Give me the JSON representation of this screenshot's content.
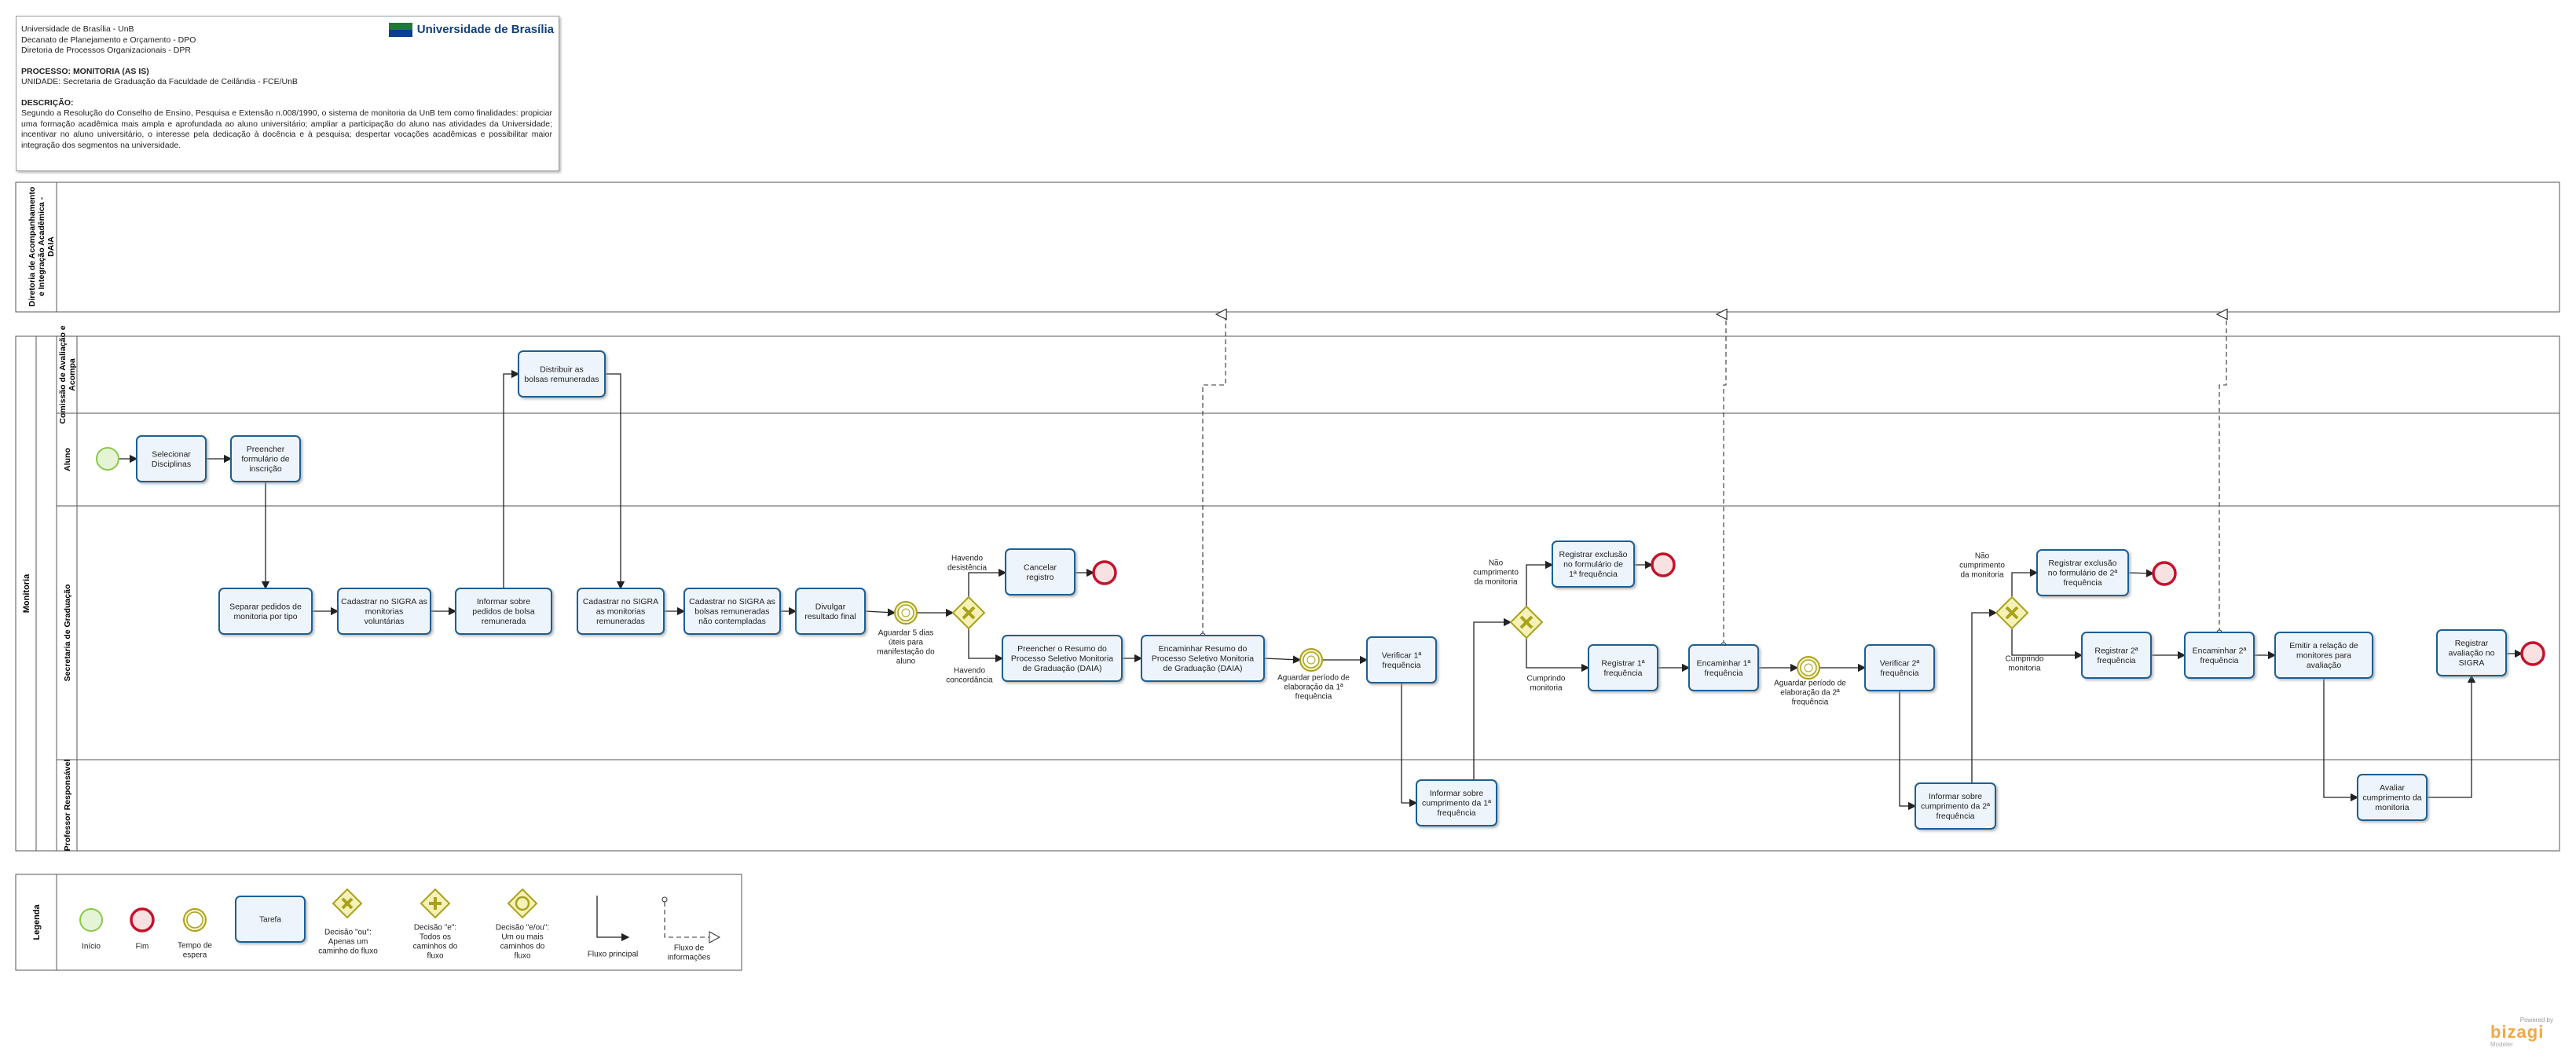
{
  "header": {
    "lines": [
      "Universidade de Brasília - UnB",
      "Decanato de Planejamento e Orçamento - DPO",
      "Diretoria de Processos Organizacionais - DPR"
    ],
    "process_label": "PROCESSO:",
    "process_value": "MONITORIA (AS IS)",
    "unit": "UNIDADE: Secretaria de Graduação da Faculdade de Ceilândia - FCE/UnB",
    "description_label": "DESCRIÇÃO:",
    "description": "Segundo a Resolução do Conselho de Ensino, Pesquisa e Extensão n.008/1990, o sistema de monitoria da UnB tem como finalidades: propiciar uma formação acadêmica mais ampla e aprofundada ao aluno universitário; ampliar a participação do aluno nas atividades da Universidade; incentivar no aluno universitário, o interesse pela dedicação à docência e à pesquisa; despertar vocações acadêmicas e possibilitar maior integração dos segmentos na universidade.",
    "logo_text": "Universidade de Brasília"
  },
  "pools": {
    "daia": "Diretoria de Acompanhamento e Integração Acadêmica - DAIA",
    "monitoria": "Monitoria"
  },
  "lanes": {
    "comissao": "Comissão de Avaliação e Acompa",
    "aluno": "Aluno",
    "secretaria": "Secretaria de Graduação",
    "professor": "Professor Responsável"
  },
  "tasks": {
    "selecionar": "Selecionar Disciplinas",
    "preencher_form": "Preencher formulário de inscrição",
    "separar": "Separar pedidos de monitoria por tipo",
    "cadastrar_vol": "Cadastrar no SIGRA as monitorias voluntárias",
    "informar_pedidos": "Informar sobre pedidos de bolsa remunerada",
    "distribuir": "Distribuir as bolsas remuneradas",
    "cadastrar_rem": "Cadastrar no SIGRA as monitorias remuneradas",
    "cadastrar_nao": "Cadastrar no SIGRA as bolsas remuneradas não contempladas",
    "divulgar": "Divulgar resultado final",
    "cancelar": "Cancelar registro",
    "preencher_resumo": "Preencher o Resumo do Processo Seletivo Monitoria de Graduação (DAIA)",
    "encaminhar_resumo": "Encaminhar Resumo do Processo Seletivo Monitoria de Graduação (DAIA)",
    "verificar1": "Verificar 1ª frequência",
    "informar1": "Informar sobre cumprimento da 1ª frequência",
    "registrar_exc1": "Registrar exclusão no formulário de 1ª frequência",
    "registrar1": "Registrar 1ª frequência",
    "encaminhar1": "Encaminhar 1ª frequência",
    "verificar2": "Verificar 2ª frequência",
    "informar2": "Informar sobre cumprimento da 2ª frequência",
    "registrar_exc2": "Registrar exclusão no formulário de 2ª frequência",
    "registrar2": "Registrar 2ª frequência",
    "encaminhar2": "Encaminhar 2ª frequência",
    "emitir": "Emitir a relação de monitores para avaliação",
    "avaliar": "Avaliar cumprimento da monitoria",
    "registrar_aval": "Registrar avaliação no SIGRA"
  },
  "labels": {
    "aguardar5": "Aguardar 5 dias úteis para manifestação do aluno",
    "havendo_des": "Havendo desistência",
    "havendo_con": "Havendo concordância",
    "aguardar1": "Aguardar período de elaboração da 1ª frequência",
    "nao_cump1": "Não cumprimento da monitoria",
    "cump1": "Cumprindo monitoria",
    "aguardar2": "Aguardar período de elaboração da 2ª frequência",
    "nao_cump2": "Não cumprimento da monitoria",
    "cump2": "Cumprindo monitoria"
  },
  "legend": {
    "title": "Legenda",
    "inicio": "Início",
    "fim": "Fim",
    "tempo": "Tempo de espera",
    "tarefa": "Tarefa",
    "ou": "Decisão \"ou\": Apenas um caminho do fluxo",
    "e": "Decisão \"e\": Todos os caminhos do fluxo",
    "eou": "Decisão \"e/ou\": Um ou mais caminhos do fluxo",
    "fluxo_principal": "Fluxo principal",
    "fluxo_info": "Fluxo de informações"
  },
  "branding": {
    "powered": "Powered by",
    "name": "bizagi",
    "edition": "Modeler"
  },
  "colors": {
    "task_fill": "#eef4fb",
    "task_stroke": "#1f5f93",
    "start": "#8ac74a",
    "end": "#c4122d",
    "gateway": "#a9a21a",
    "gateway_fill": "#f5f1b8",
    "flow": "#222222",
    "lane_border": "#555555"
  }
}
